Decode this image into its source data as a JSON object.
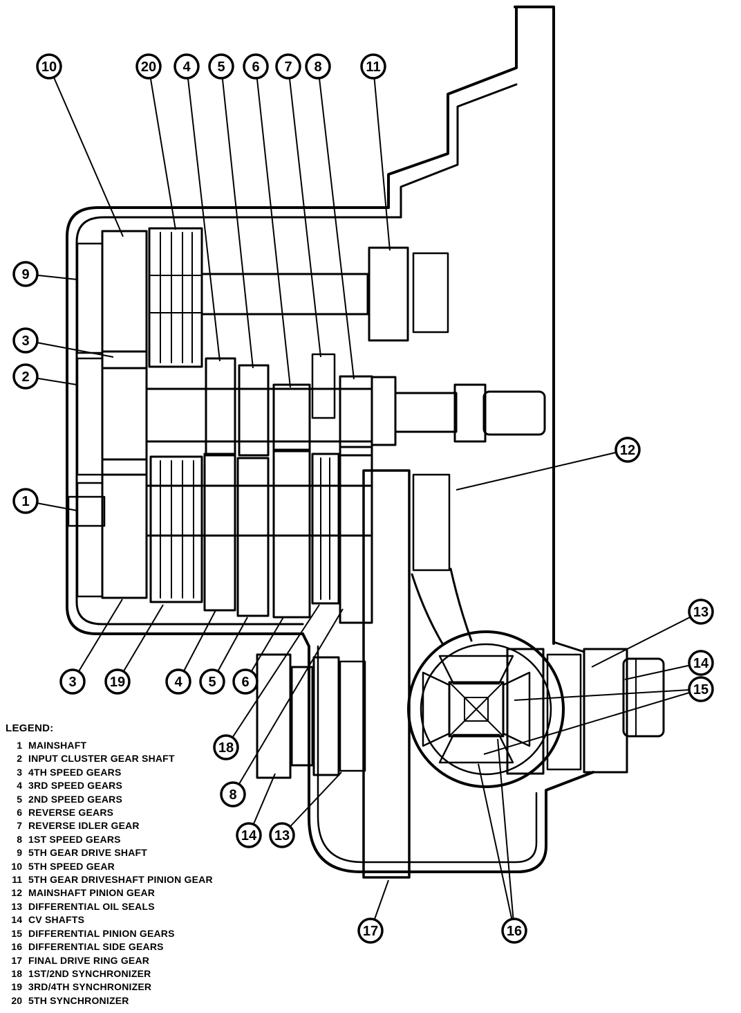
{
  "figure": {
    "title": "Manual transaxle cross-section diagram",
    "ink_color": "#000000",
    "background_color": "#ffffff"
  },
  "legend": {
    "title": "LEGEND:",
    "items": [
      {
        "num": "1",
        "label": "MAINSHAFT"
      },
      {
        "num": "2",
        "label": "INPUT CLUSTER GEAR SHAFT"
      },
      {
        "num": "3",
        "label": "4TH SPEED GEARS"
      },
      {
        "num": "4",
        "label": "3RD SPEED GEARS"
      },
      {
        "num": "5",
        "label": "2ND SPEED GEARS"
      },
      {
        "num": "6",
        "label": "REVERSE GEARS"
      },
      {
        "num": "7",
        "label": "REVERSE IDLER GEAR"
      },
      {
        "num": "8",
        "label": "1ST SPEED GEARS"
      },
      {
        "num": "9",
        "label": "5TH GEAR DRIVE SHAFT"
      },
      {
        "num": "10",
        "label": "5TH SPEED GEAR"
      },
      {
        "num": "11",
        "label": "5TH GEAR DRIVESHAFT PINION GEAR"
      },
      {
        "num": "12",
        "label": "MAINSHAFT PINION GEAR"
      },
      {
        "num": "13",
        "label": "DIFFERENTIAL OIL SEALS"
      },
      {
        "num": "14",
        "label": "CV SHAFTS"
      },
      {
        "num": "15",
        "label": "DIFFERENTIAL PINION GEARS"
      },
      {
        "num": "16",
        "label": "DIFFERENTIAL SIDE GEARS"
      },
      {
        "num": "17",
        "label": "FINAL DRIVE RING GEAR"
      },
      {
        "num": "18",
        "label": "1ST/2ND SYNCHRONIZER"
      },
      {
        "num": "19",
        "label": "3RD/4TH SYNCHRONIZER"
      },
      {
        "num": "20",
        "label": "5TH SYNCHRONIZER"
      }
    ]
  },
  "callouts": {
    "top": [
      "10",
      "20",
      "4",
      "5",
      "6",
      "7",
      "8",
      "11"
    ],
    "left": [
      "9",
      "3",
      "2",
      "1"
    ],
    "right": [
      "12",
      "13",
      "14",
      "15"
    ],
    "bottom": [
      "3",
      "19",
      "4",
      "5",
      "6",
      "18",
      "8",
      "14",
      "13",
      "17",
      "16"
    ]
  }
}
